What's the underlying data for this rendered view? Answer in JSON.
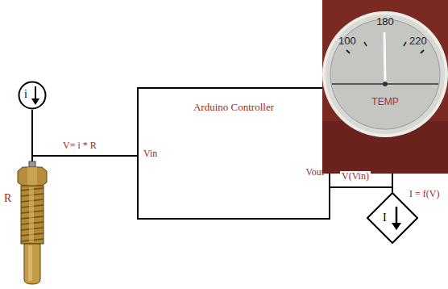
{
  "diagram": {
    "nodes": [
      {
        "text": [
          "i"
        ]
      },
      {
        "text": [
          "Arduino Controller",
          "Vin",
          "Vout"
        ]
      },
      {
        "text": [
          "100",
          "180",
          "220",
          "TEMP"
        ]
      },
      {
        "text": [
          "I"
        ]
      }
    ],
    "edges": [
      {
        "from": 0,
        "to": 1,
        "label": "V= i * R",
        "arrow": "none"
      },
      {
        "from": 1,
        "to": 3,
        "label": "V(Vin)",
        "arrow": "none"
      },
      {
        "from": 2,
        "to": 3,
        "label": "I = f(V)",
        "arrow": "none"
      }
    ],
    "labels": [
      "R"
    ]
  }
}
